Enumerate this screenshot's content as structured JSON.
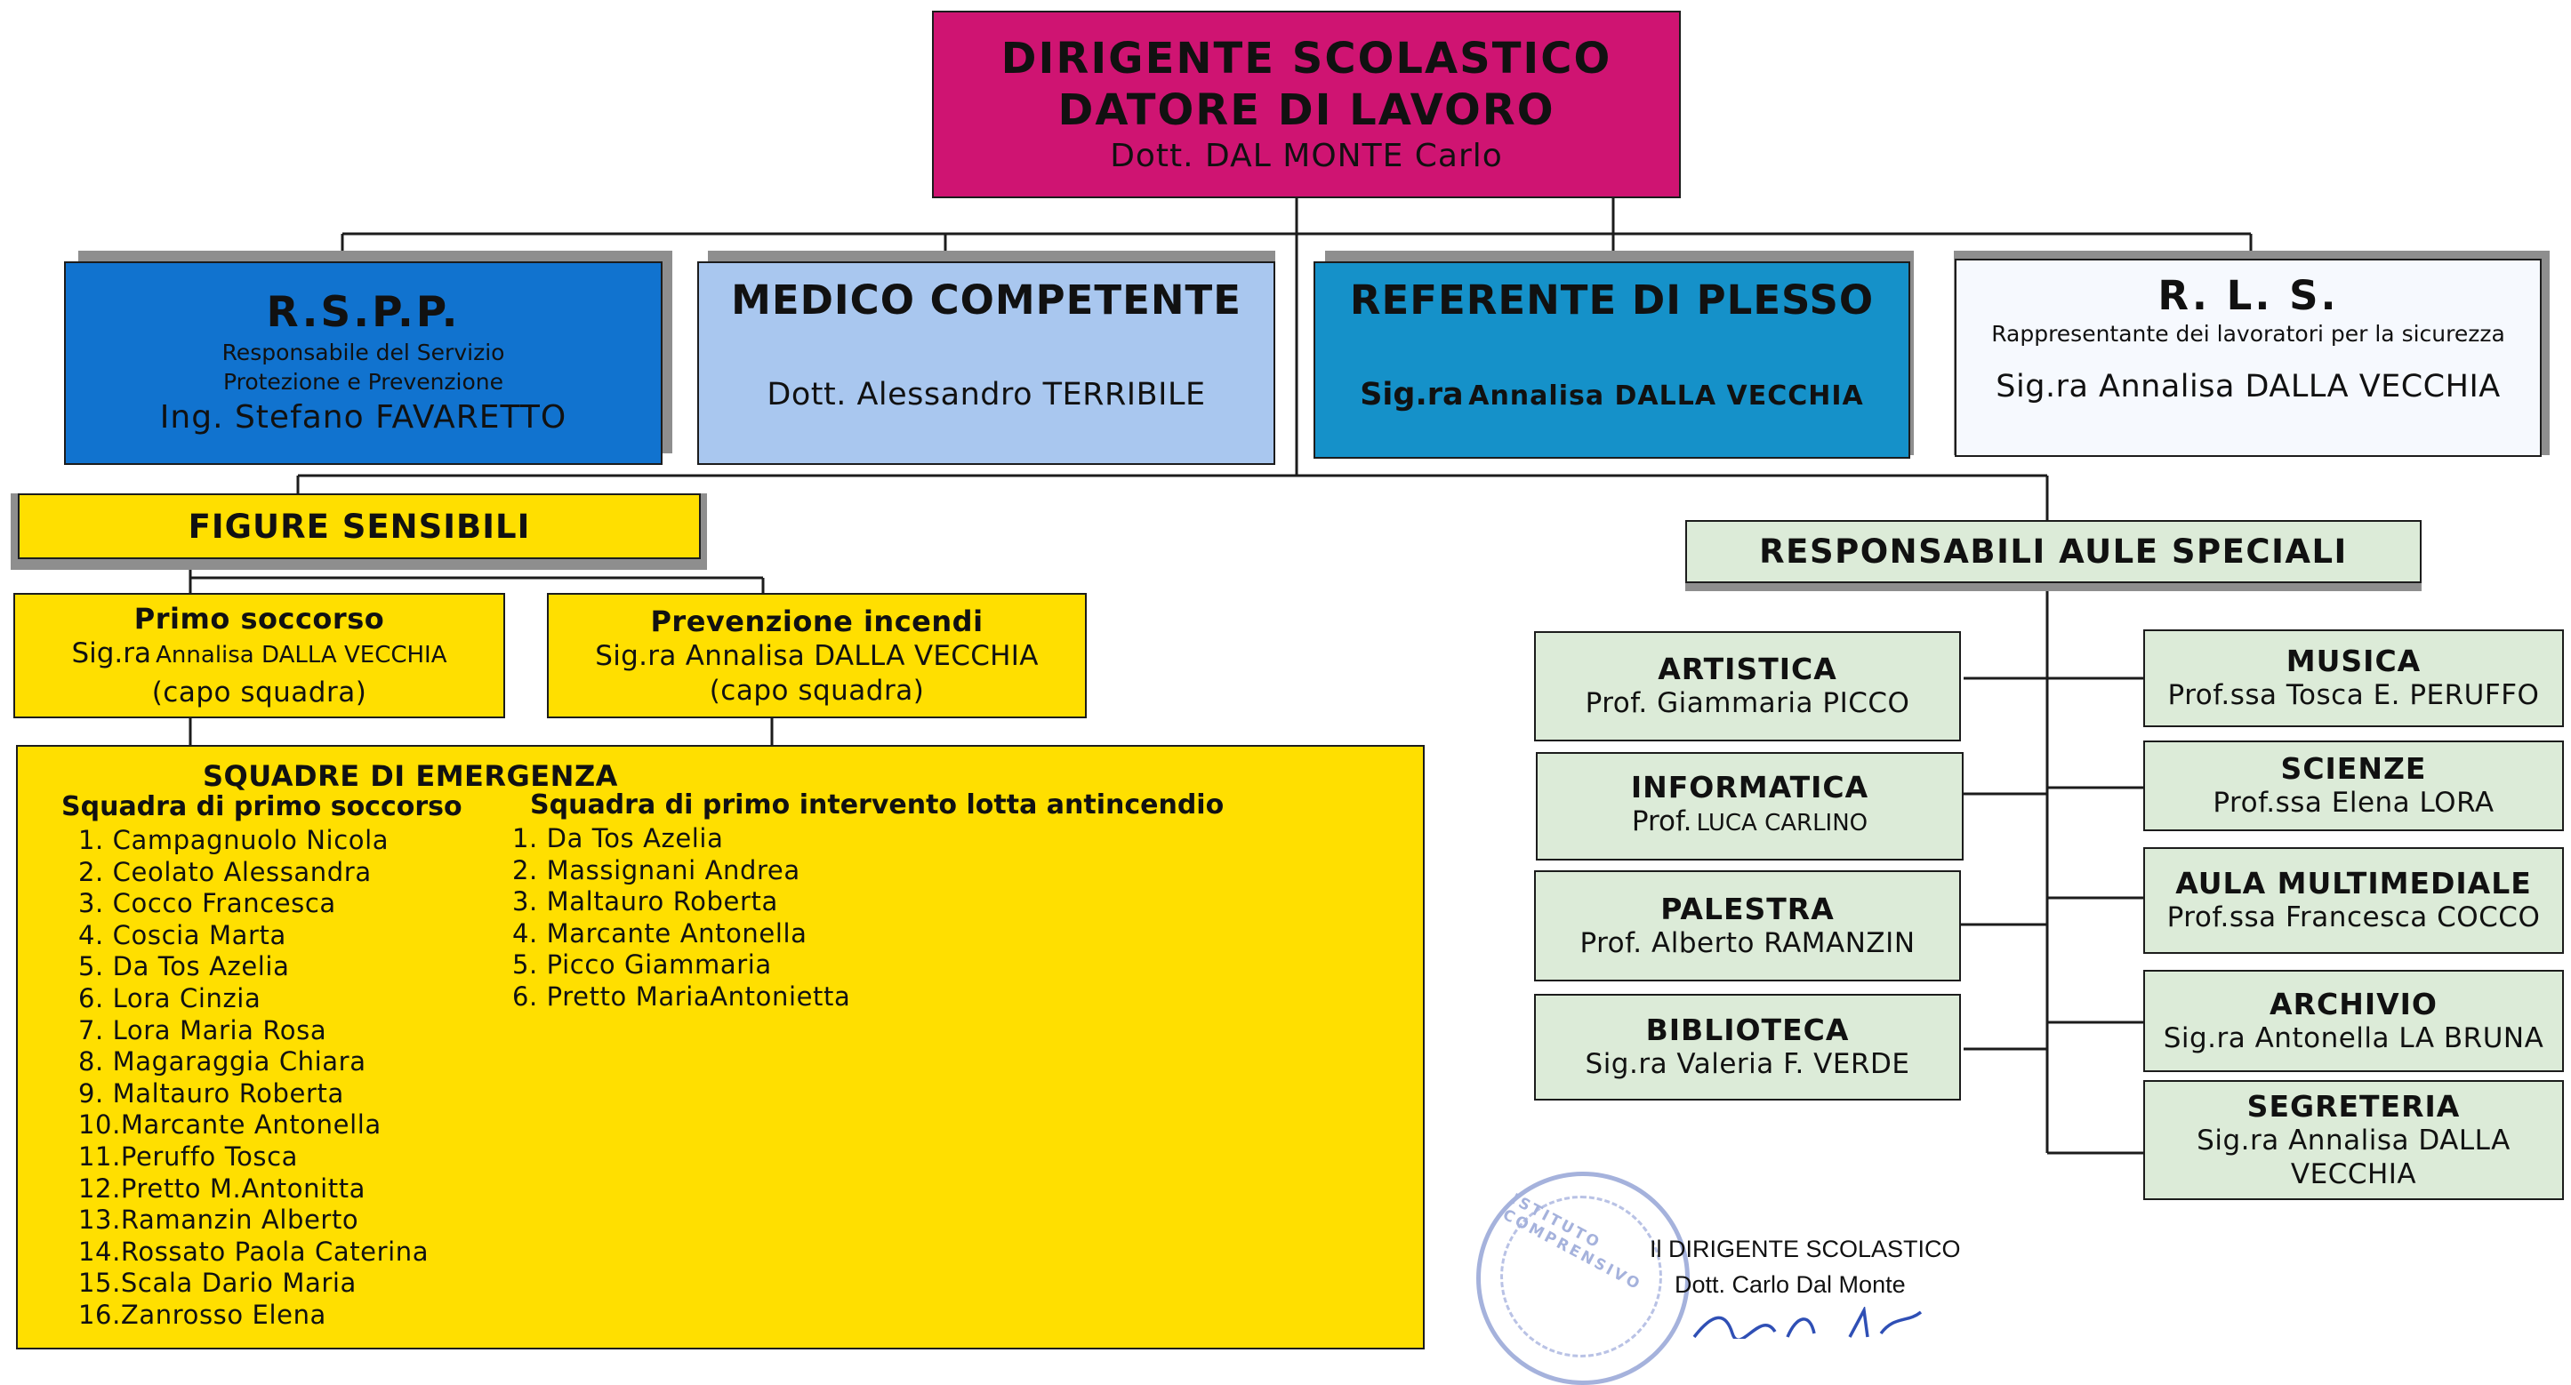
{
  "dirigente": {
    "line1": "DIRIGENTE SCOLASTICO",
    "line2": "DATORE DI LAVORO",
    "name": "Dott. DAL MONTE Carlo",
    "color": "#cf1472"
  },
  "rspp": {
    "title": "R.S.P.P.",
    "sub1": "Responsabile del Servizio",
    "sub2": "Protezione e Prevenzione",
    "name": "Ing. Stefano FAVARETTO",
    "color": "#1173cf"
  },
  "medico": {
    "title": "MEDICO COMPETENTE",
    "name": "Dott. Alessandro TERRIBILE",
    "color": "#a9c7ef"
  },
  "referente": {
    "title": "REFERENTE DI PLESSO",
    "name_prefix": "Sig.ra",
    "name": "Annalisa DALLA VECCHIA",
    "color": "#1591c9"
  },
  "rls": {
    "title": "R. L. S.",
    "sub": "Rappresentante dei lavoratori per la sicurezza",
    "name": "Sig.ra Annalisa DALLA VECCHIA",
    "color": "#f6f9fe"
  },
  "figure_sensibili": {
    "title": "FIGURE SENSIBILI",
    "color": "#ffdf00"
  },
  "primo_soccorso": {
    "title": "Primo soccorso",
    "prefix": "Sig.ra",
    "name": "Annalisa DALLA VECCHIA",
    "role": "(capo squadra)"
  },
  "prevenzione": {
    "title": "Prevenzione incendi",
    "name": "Sig.ra Annalisa DALLA VECCHIA",
    "role": "(capo squadra)"
  },
  "squadre": {
    "title": "SQUADRE DI EMERGENZA",
    "left_header": "Squadra di primo soccorso",
    "left_items": [
      "1.  Campagnuolo Nicola",
      "2.  Ceolato Alessandra",
      "3.  Cocco Francesca",
      "4.  Coscia Marta",
      "5.  Da Tos Azelia",
      "6.  Lora Cinzia",
      "7.  Lora Maria Rosa",
      "8.  Magaraggia Chiara",
      "9.  Maltauro Roberta",
      "10.Marcante Antonella",
      "11.Peruffo Tosca",
      "12.Pretto M.Antonitta",
      "13.Ramanzin Alberto",
      "14.Rossato Paola Caterina",
      "15.Scala Dario Maria",
      "16.Zanrosso  Elena"
    ],
    "right_header": "Squadra di primo intervento lotta antincendio",
    "right_items": [
      "1.  Da Tos Azelia",
      "2.  Massignani Andrea",
      "3.  Maltauro Roberta",
      "4.  Marcante  Antonella",
      "5.  Picco Giammaria",
      "6.  Pretto MariaAntonietta"
    ]
  },
  "aule": {
    "title": "RESPONSABILI AULE SPECIALI",
    "color": "#dcebd8",
    "left": [
      {
        "title": "ARTISTICA",
        "name": "Prof. Giammaria PICCO"
      },
      {
        "title": "INFORMATICA",
        "prefix": "Prof.",
        "name": "LUCA CARLINO"
      },
      {
        "title": "PALESTRA",
        "name": "Prof. Alberto RAMANZIN"
      },
      {
        "title": "BIBLIOTECA",
        "name": "Sig.ra Valeria F. VERDE"
      }
    ],
    "right": [
      {
        "title": "MUSICA",
        "name": "Prof.ssa Tosca E. PERUFFO"
      },
      {
        "title": "SCIENZE",
        "name": "Prof.ssa Elena LORA"
      },
      {
        "title": "AULA MULTIMEDIALE",
        "name": "Prof.ssa Francesca COCCO"
      },
      {
        "title": "ARCHIVIO",
        "name": "Sig.ra  Antonella LA BRUNA"
      },
      {
        "title": "SEGRETERIA",
        "name": "Sig.ra  Annalisa DALLA",
        "name2": "VECCHIA"
      }
    ]
  },
  "firma": {
    "line1": "Il DIRIGENTE SCOLASTICO",
    "line2": "Dott. Carlo Dal Monte",
    "stamp_text": "ISTITUTO COMPRENSIVO",
    "ink_color": "#2f4fb5"
  }
}
